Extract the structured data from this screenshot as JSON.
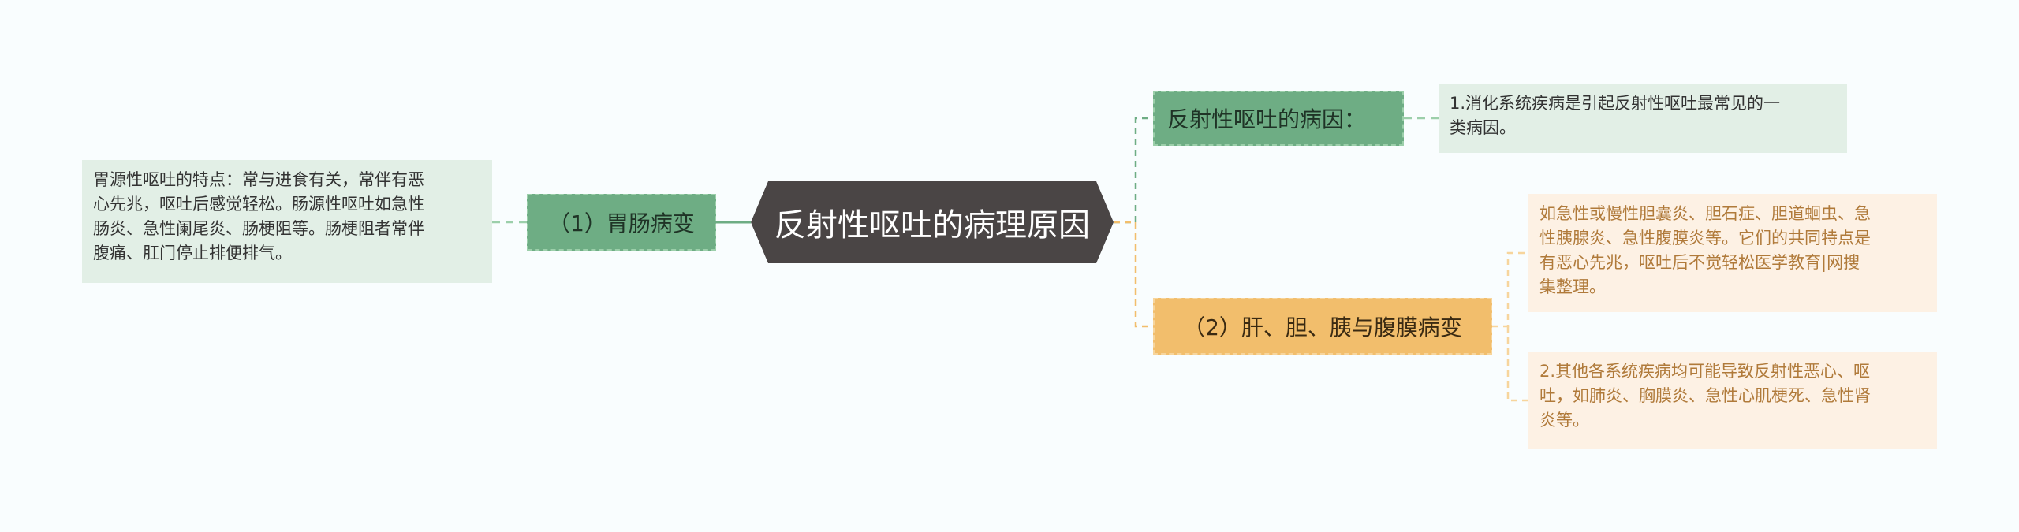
{
  "center": {
    "label": "反射性呕吐的病理原因"
  },
  "branches": {
    "left": {
      "label": "（1）胃肠病变",
      "leaf": "胃源性呕吐的特点：常与进食有关，常伴有恶\n心先兆，呕吐后感觉轻松。肠源性呕吐如急性\n肠炎、急性阑尾炎、肠梗阻等。肠梗阻者常伴\n腹痛、肛门停止排便排气。"
    },
    "top": {
      "label": "反射性呕吐的病因：",
      "leaf": "1.消化系统疾病是引起反射性呕吐最常见的一\n类病因。"
    },
    "bottom": {
      "label": "（2）肝、胆、胰与腹膜病变",
      "leaves": [
        "如急性或慢性胆囊炎、胆石症、胆道蛔虫、急\n性胰腺炎、急性腹膜炎等。它们的共同特点是\n有恶心先兆，呕吐后不觉轻松医学教育|网搜\n集整理。",
        "2.其他各系统疾病均可能导致反射性恶心、呕\n吐，如肺炎、胸膜炎、急性心肌梗死、急性肾\n炎等。"
      ]
    }
  },
  "colors": {
    "center": "#4a4545",
    "green_node": "#6ead84",
    "orange_node": "#f2be6c",
    "green_leaf": "#e2efe6",
    "orange_leaf": "#fdf1e4",
    "green_line": "#6ead84",
    "orange_line": "#f2be6c"
  }
}
